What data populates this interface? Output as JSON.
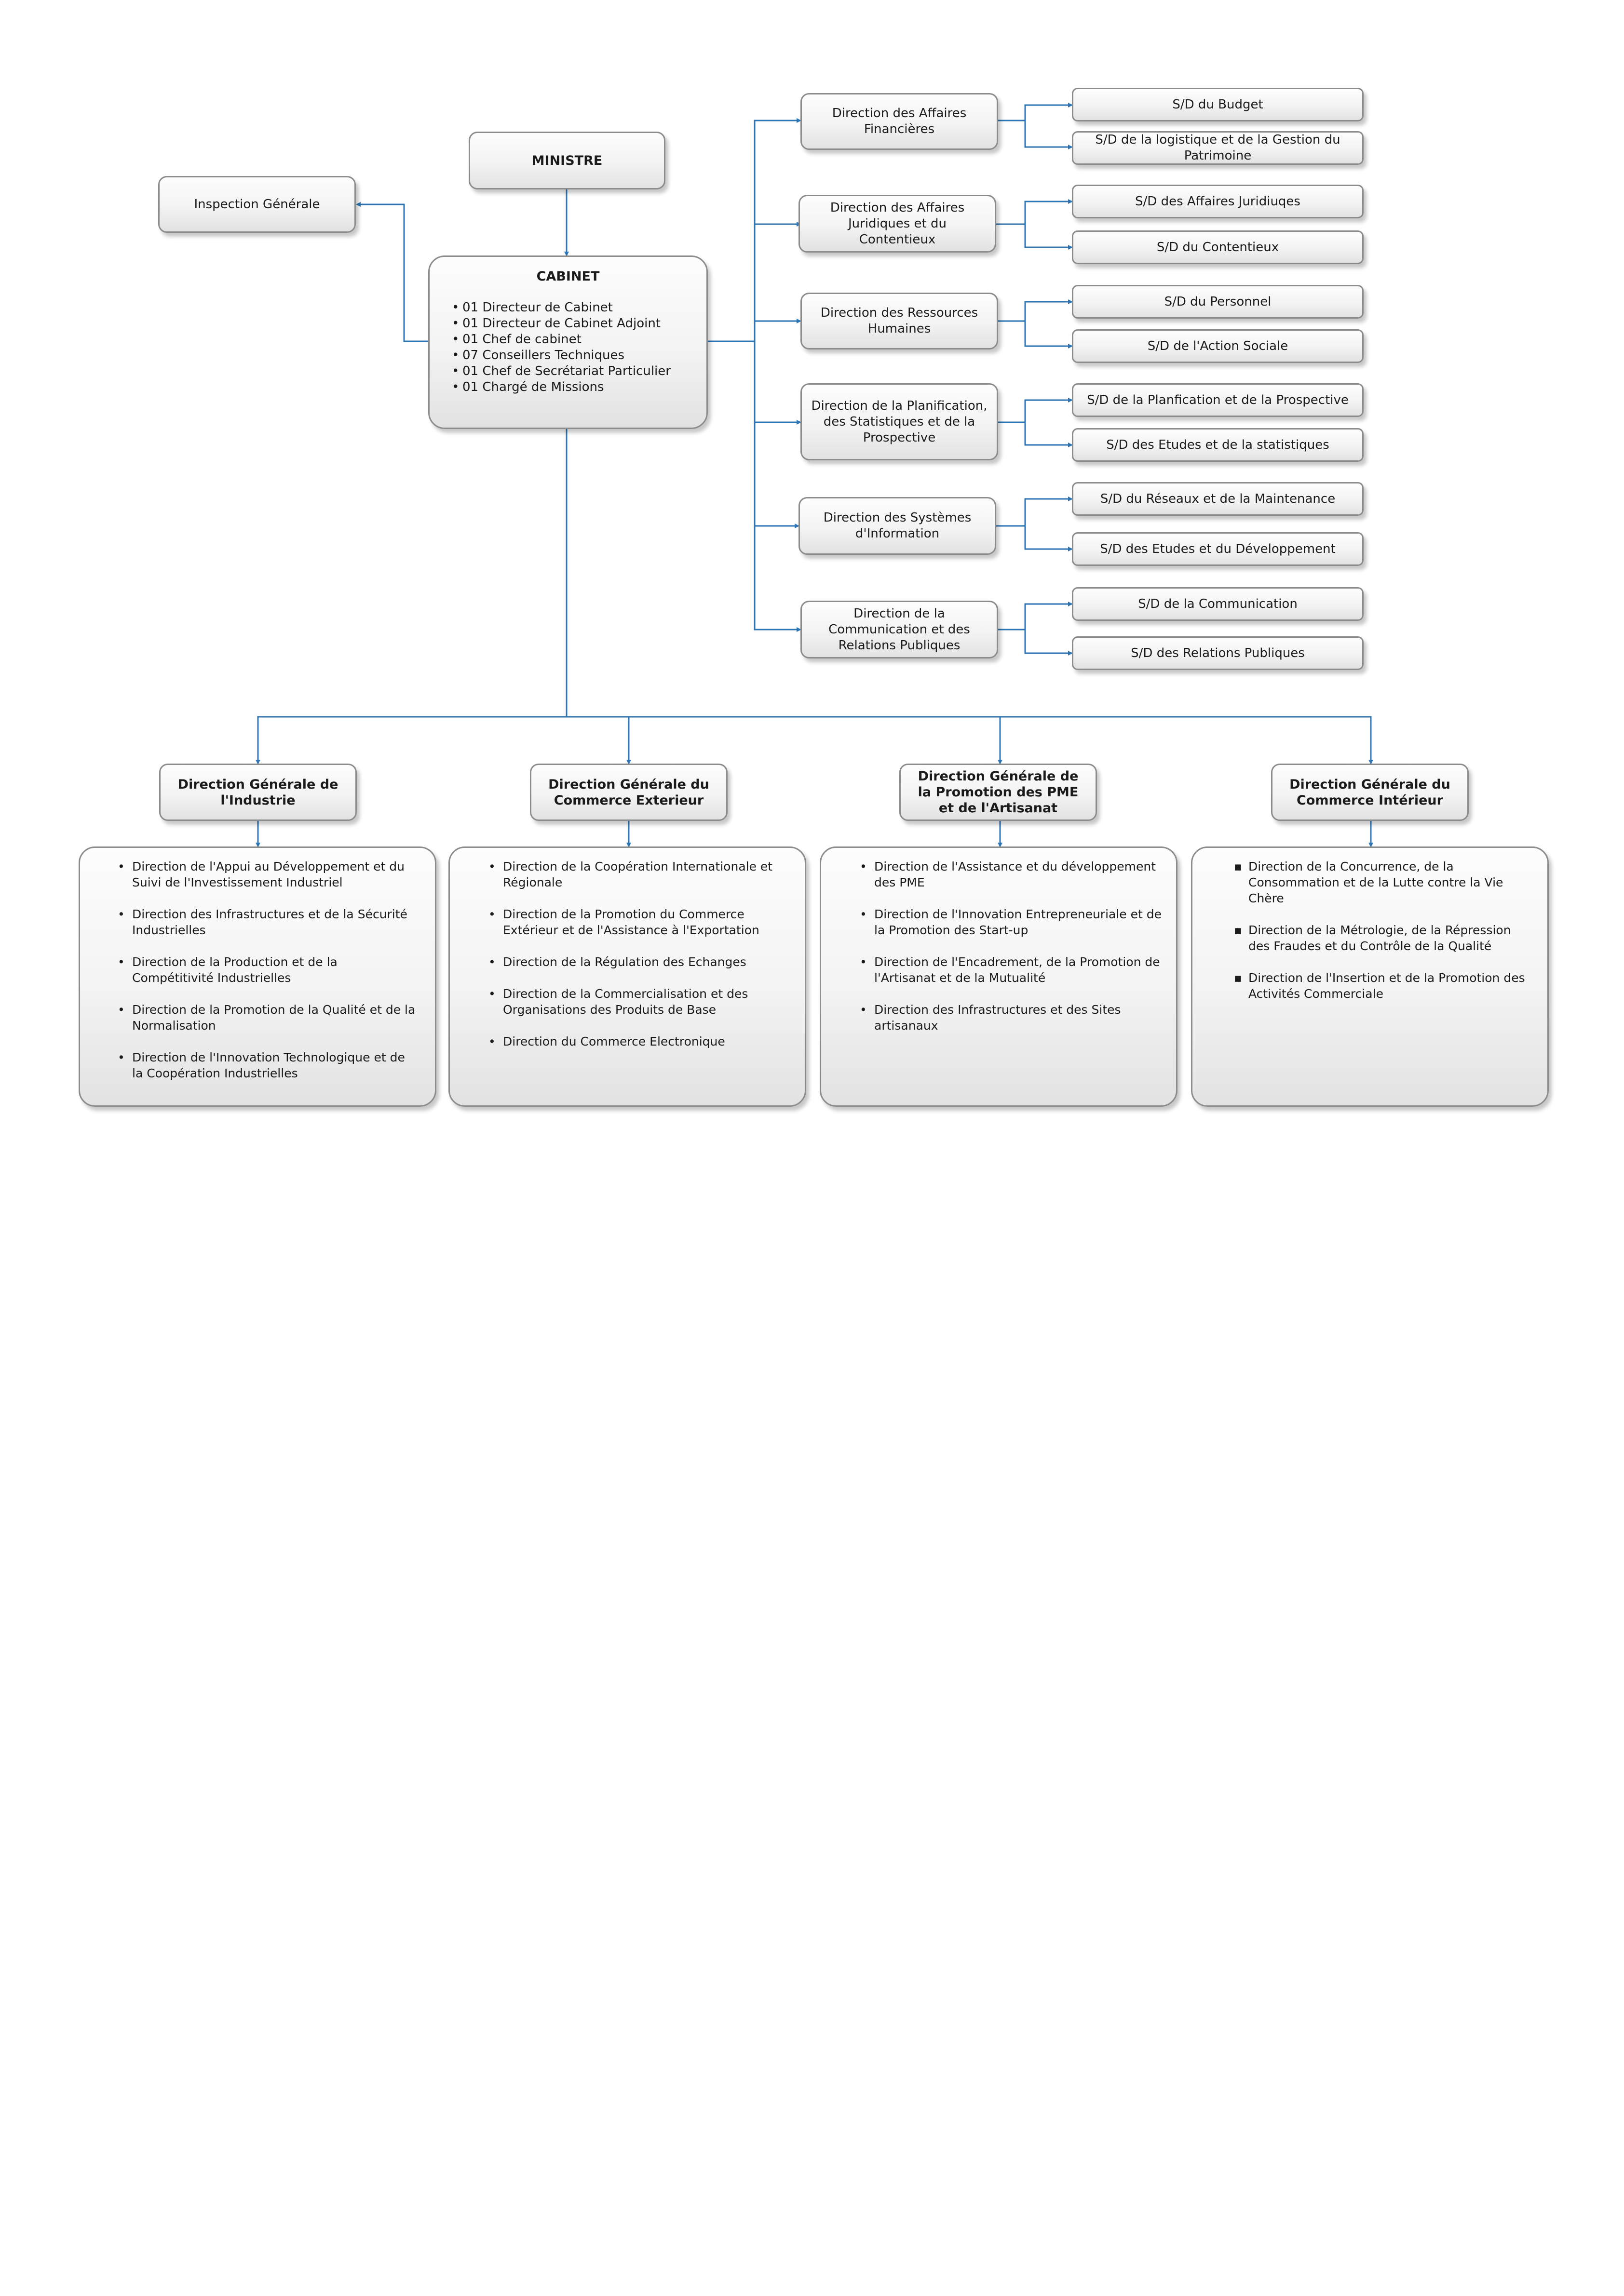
{
  "ministre": "MINISTRE",
  "inspection": "Inspection Générale",
  "cabinet": {
    "title": "CABINET",
    "items": [
      "01 Directeur de Cabinet",
      "01 Directeur de Cabinet Adjoint",
      "01 Chef de cabinet",
      "07 Conseillers Techniques",
      "01 Chef de Secrétariat Particulier",
      "01 Chargé de Missions"
    ]
  },
  "directions": [
    {
      "label": "Direction des Affaires Financières",
      "subs": [
        "S/D  du Budget",
        "S/D  de la logistique et de la Gestion du Patrimoine"
      ]
    },
    {
      "label": "Direction des Affaires Juridiques et du Contentieux",
      "subs": [
        "S/D  des Affaires Juridiuqes",
        "S/D  du Contentieux"
      ]
    },
    {
      "label": "Direction des Ressources Humaines",
      "subs": [
        "S/D  du Personnel",
        "S/D  de l'Action Sociale"
      ]
    },
    {
      "label": "Direction de la Planification, des Statistiques et de la Prospective",
      "subs": [
        "S/D  de la Planfication et de la Prospective",
        "S/D  des Etudes et de la statistiques"
      ]
    },
    {
      "label": "Direction des Systèmes d'Information",
      "subs": [
        "S/D  du Réseaux et de la Maintenance",
        "S/D  des Etudes et du Développement"
      ]
    },
    {
      "label": "Direction de la Communication et des Relations Publiques",
      "subs": [
        "S/D  de la Communication",
        "S/D  des Relations Publiques"
      ]
    }
  ],
  "general_directions": [
    {
      "title": "Direction Générale de l'Industrie",
      "items": [
        "Direction de l'Appui au Développement et du Suivi de l'Investissement Industriel",
        "Direction des Infrastructures et de la Sécurité Industrielles",
        "Direction de la Production et de la Compétitivité Industrielles",
        "Direction de la Promotion de la Qualité et de la Normalisation",
        "Direction de l'Innovation Technologique et de la Coopération Industrielles"
      ]
    },
    {
      "title": "Direction Générale du Commerce Exterieur",
      "items": [
        "Direction de la Coopération Internationale et Régionale",
        "Direction de la Promotion du Commerce Extérieur et de l'Assistance à l'Exportation",
        "Direction de la Régulation des Echanges",
        "Direction de la Commercialisation et des Organisations des Produits de Base",
        "Direction du Commerce Electronique"
      ]
    },
    {
      "title": "Direction Générale de la Promotion des PME et de l'Artisanat",
      "items": [
        "Direction de l'Assistance et du développement des PME",
        "Direction de l'Innovation Entrepreneuriale et de la Promotion des Start-up",
        "Direction de l'Encadrement, de la Promotion de l'Artisanat et de la Mutualité",
        "Direction des Infrastructures et des Sites artisanaux"
      ]
    },
    {
      "title": "Direction Générale du Commerce Intérieur",
      "items": [
        "Direction de la Concurrence, de la Consommation et de la Lutte contre la Vie Chère",
        "Direction de la Métrologie, de la Répression des Fraudes et du Contrôle de la Qualité",
        "Direction de l'Insertion et de la Promotion des Activités Commerciale"
      ]
    }
  ],
  "colors": {
    "connector": "#2e75b6",
    "box_border": "#8c8c8c"
  }
}
